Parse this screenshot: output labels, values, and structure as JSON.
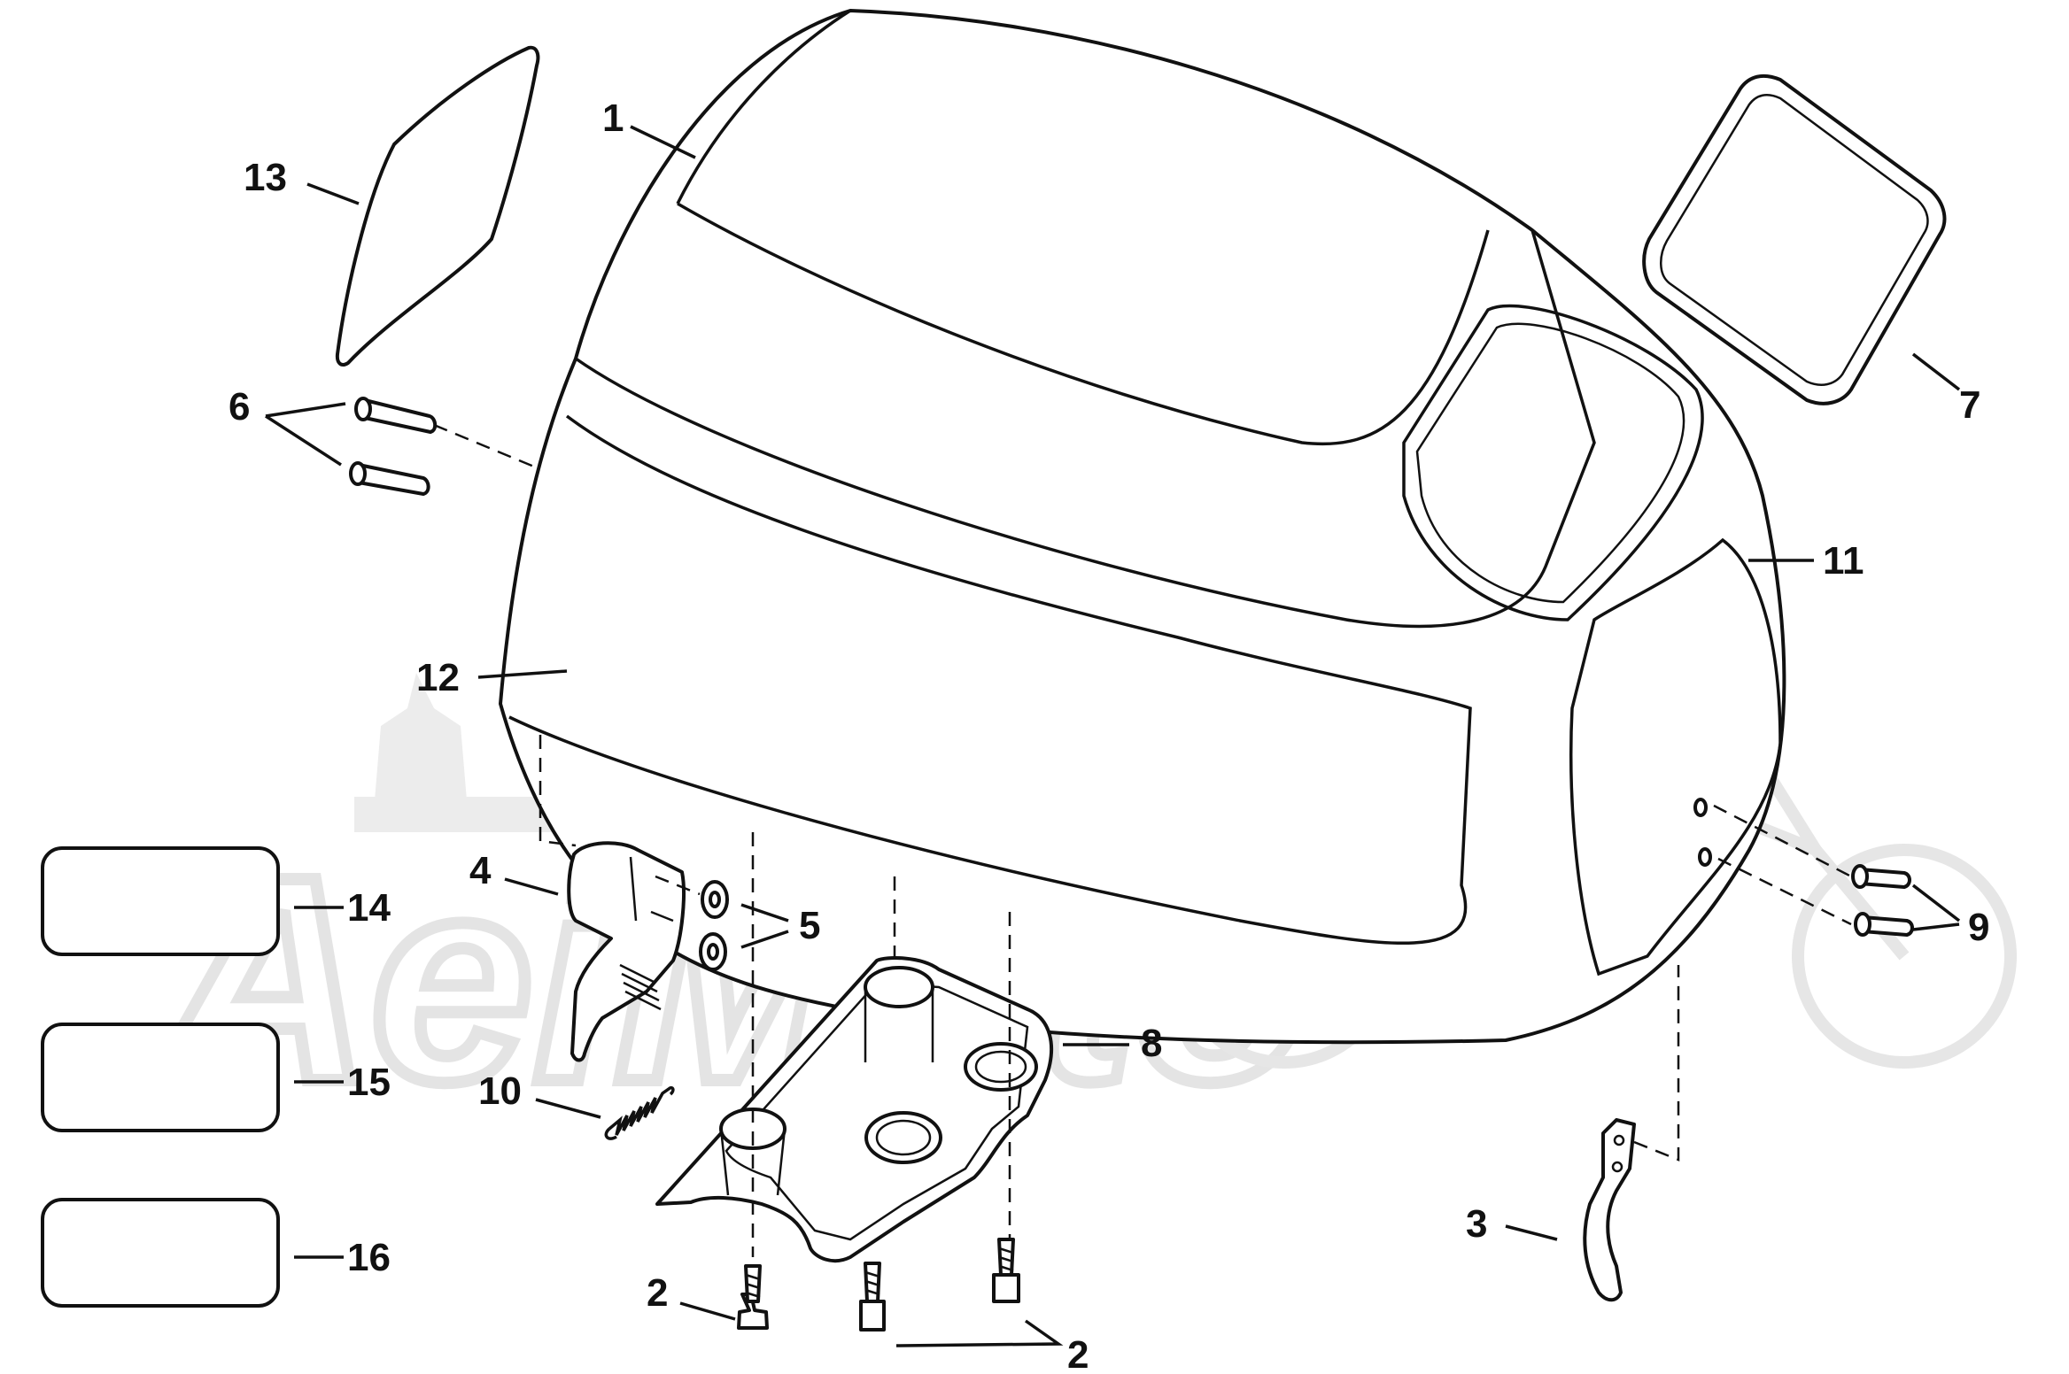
{
  "watermark": {
    "text": "AeiMoto"
  },
  "callouts": {
    "c1": "1",
    "c2a": "2",
    "c2b": "2",
    "c3": "3",
    "c4": "4",
    "c5": "5",
    "c6": "6",
    "c7": "7",
    "c8": "8",
    "c9": "9",
    "c10": "10",
    "c11": "11",
    "c12": "12",
    "c13": "13",
    "c14": "14",
    "c15": "15",
    "c16": "16"
  }
}
